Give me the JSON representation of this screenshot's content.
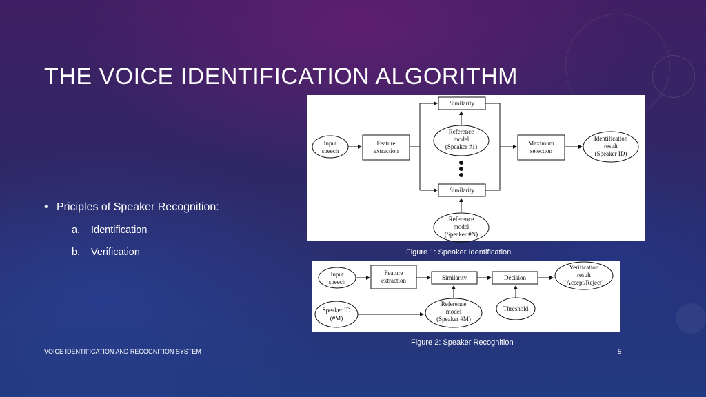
{
  "slide": {
    "title": "THE VOICE IDENTIFICATION ALGORITHM",
    "bullet_symbol": "•",
    "bullet": "Priciples of Speaker Recognition:",
    "sub_items": [
      {
        "marker": "a.",
        "label": "Identification"
      },
      {
        "marker": "b.",
        "label": "Verification"
      }
    ],
    "footer_left": "VOICE IDENTIFICATION AND RECOGNITION SYSTEM",
    "page_number": "5"
  },
  "figure1": {
    "caption": "Figure 1: Speaker Identification",
    "input": [
      "Input",
      "speech"
    ],
    "feature": [
      "Feature",
      "extraction"
    ],
    "similarity_top": "Similarity",
    "ref1": [
      "Reference",
      "model",
      "(Speaker #1)"
    ],
    "similarity_bottom": "Similarity",
    "refN": [
      "Reference",
      "model",
      "(Speaker #N)"
    ],
    "maximum": [
      "Maximum",
      "selection"
    ],
    "result": [
      "Identification",
      "result",
      "(Speaker ID)"
    ]
  },
  "figure2": {
    "caption": "Figure 2: Speaker Recognition",
    "input": [
      "Input",
      "speech"
    ],
    "feature": [
      "Feature",
      "extraction"
    ],
    "similarity": "Similarity",
    "decision": "Decision",
    "result": [
      "Verification",
      "result",
      "(Accept/Reject)"
    ],
    "speaker_id": [
      "Speaker ID",
      "(#M)"
    ],
    "ref": [
      "Reference",
      "model",
      "(Speaker #M)"
    ],
    "threshold": "Threshold"
  },
  "colors": {
    "diagram_bg": "#ffffff",
    "text": "#ffffff"
  }
}
